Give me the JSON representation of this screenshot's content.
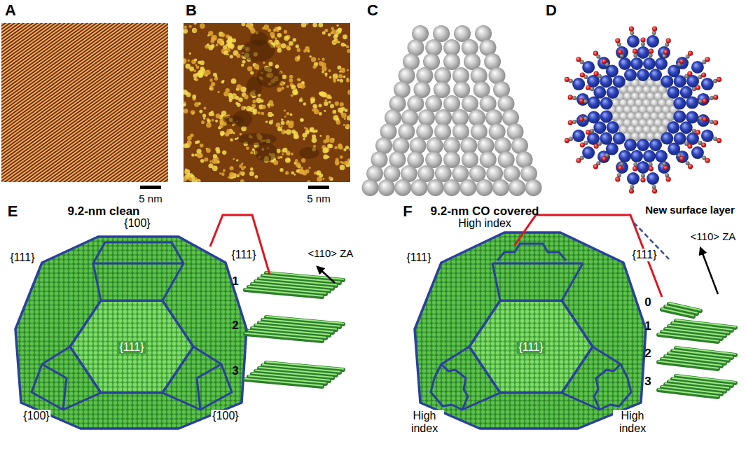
{
  "diagram": {
    "labels": [
      "A",
      "B",
      "C",
      "D",
      "5 nm",
      "5 nm",
      "E",
      "9.2-nm clean",
      "{100}",
      "{111}",
      "{111}",
      "{111}",
      "{100}",
      "{100}",
      "<110> ZA",
      "1",
      "2",
      "3",
      "F",
      "9.2-nm CO covered",
      "High index",
      "{111}",
      "{111}",
      "{111}",
      "High index",
      "High index",
      "New surface layer",
      "<110> ZA",
      "0",
      "1",
      "2",
      "3"
    ]
  }
}
